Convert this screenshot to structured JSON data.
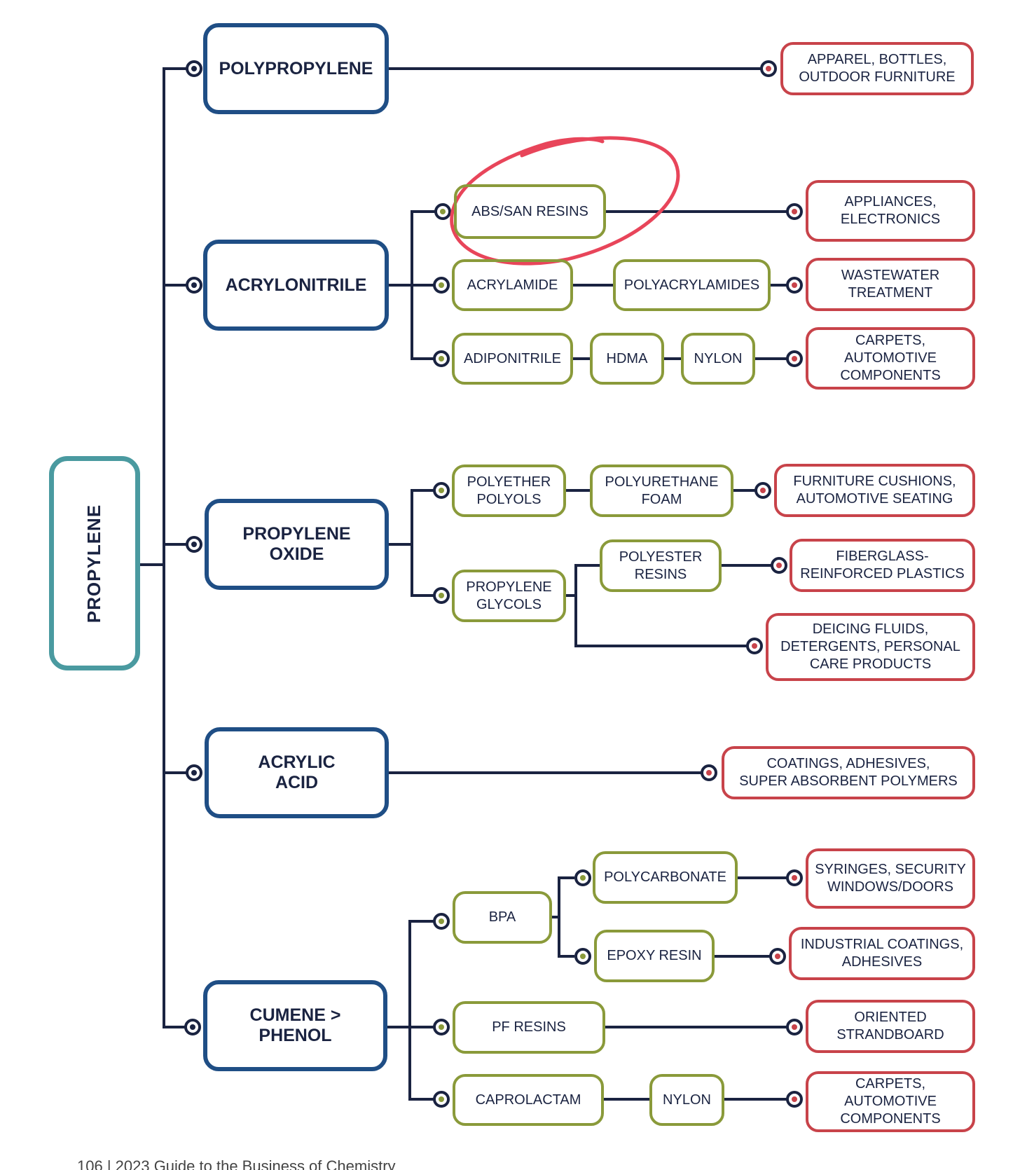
{
  "diagram": {
    "root": "PROPYLENE",
    "derivatives": {
      "polypropylene": "POLYPROPYLENE",
      "acrylonitrile": "ACRYLONITRILE",
      "propylene_oxide": "PROPYLENE\nOXIDE",
      "acrylic_acid": "ACRYLIC\nACID",
      "cumene_phenol": "CUMENE >\nPHENOL"
    },
    "intermediates": {
      "abs_san": "ABS/SAN RESINS",
      "acrylamide": "ACRYLAMIDE",
      "polyacrylamides": "POLYACRYLAMIDES",
      "adiponitrile": "ADIPONITRILE",
      "hdma": "HDMA",
      "nylon_1": "NYLON",
      "polyether_polyols": "POLYETHER\nPOLYOLS",
      "polyurethane_foam": "POLYURETHANE\nFOAM",
      "propylene_glycols": "PROPYLENE\nGLYCOLS",
      "polyester_resins": "POLYESTER\nRESINS",
      "bpa": "BPA",
      "polycarbonate": "POLYCARBONATE",
      "epoxy_resin": "EPOXY RESIN",
      "pf_resins": "PF RESINS",
      "caprolactam": "CAPROLACTAM",
      "nylon_2": "NYLON"
    },
    "end_uses": {
      "apparel": "APPAREL, BOTTLES,\nOUTDOOR FURNITURE",
      "appliances": "APPLIANCES,\nELECTRONICS",
      "wastewater": "WASTEWATER\nTREATMENT",
      "carpets_1": "CARPETS,\nAUTOMOTIVE\nCOMPONENTS",
      "furniture": "FURNITURE CUSHIONS,\nAUTOMOTIVE SEATING",
      "fiberglass": "FIBERGLASS-\nREINFORCED PLASTICS",
      "deicing": "DEICING FLUIDS,\nDETERGENTS, PERSONAL\nCARE PRODUCTS",
      "coatings": "COATINGS, ADHESIVES,\nSUPER ABSORBENT POLYMERS",
      "syringes": "SYRINGES, SECURITY\nWINDOWS/DOORS",
      "industrial": "INDUSTRIAL COATINGS,\nADHESIVES",
      "osb": "ORIENTED\nSTRANDBOARD",
      "carpets_2": "CARPETS,\nAUTOMOTIVE\nCOMPONENTS"
    }
  },
  "footer": "106 |      2023 Guide to the Business of Chemistry",
  "colors": {
    "line": "#1a2341",
    "main_border": "#1f4e85",
    "intermediate_border": "#8a9a3a",
    "end_border": "#c8434a",
    "root_border": "#4a9aa0",
    "highlight_circle": "#e8455a"
  }
}
